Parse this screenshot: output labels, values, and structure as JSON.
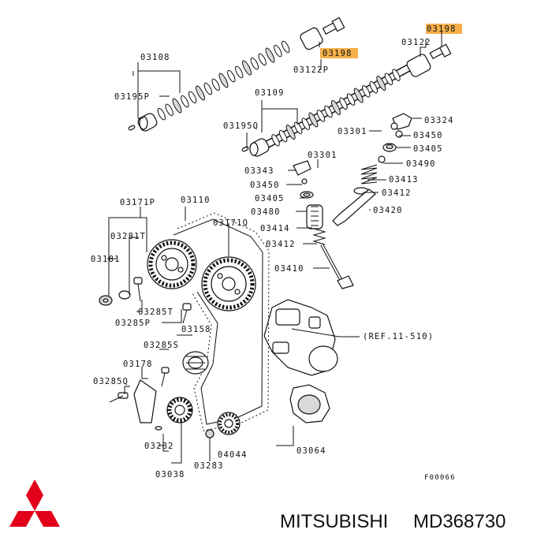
{
  "diagram": {
    "labels": {
      "l03108": "03108",
      "l03198a": "03198",
      "l03198b": "03198",
      "l03122p": "03122P",
      "l03122": "03122",
      "l03195p": "03195P",
      "l03109": "03109",
      "l03195q": "03195Q",
      "l03301a": "03301",
      "l03324": "03324",
      "l03450a": "03450",
      "l03405a": "03405",
      "l03490": "03490",
      "l03301b": "03301",
      "l03343": "03343",
      "l03450b": "03450",
      "l03413": "03413",
      "l03405b": "03405",
      "l03412a": "03412",
      "l03480": "03480",
      "l03420": "03420",
      "l03171p": "03171P",
      "l03110": "03110",
      "l03281t": "03281T",
      "l03171q": "03171Q",
      "l03414": "03414",
      "l03412b": "03412",
      "l03181": "03181",
      "l03410": "03410",
      "l03285t": "03285T",
      "l03285p": "03285P",
      "l03158": "03158",
      "lref": "(REF.11-510)",
      "l03285s": "03285S",
      "l03178": "03178",
      "l03285q": "03285Q",
      "l03064": "03064",
      "l03282": "03282",
      "l04044": "04044",
      "l03038": "03038",
      "l03283": "03283",
      "lfig": "F00066"
    }
  },
  "footer": {
    "brand": "MITSUBISHI",
    "part_number": "MD368730"
  },
  "colors": {
    "highlight": "#f5b04a",
    "logo": "#e2001a"
  }
}
